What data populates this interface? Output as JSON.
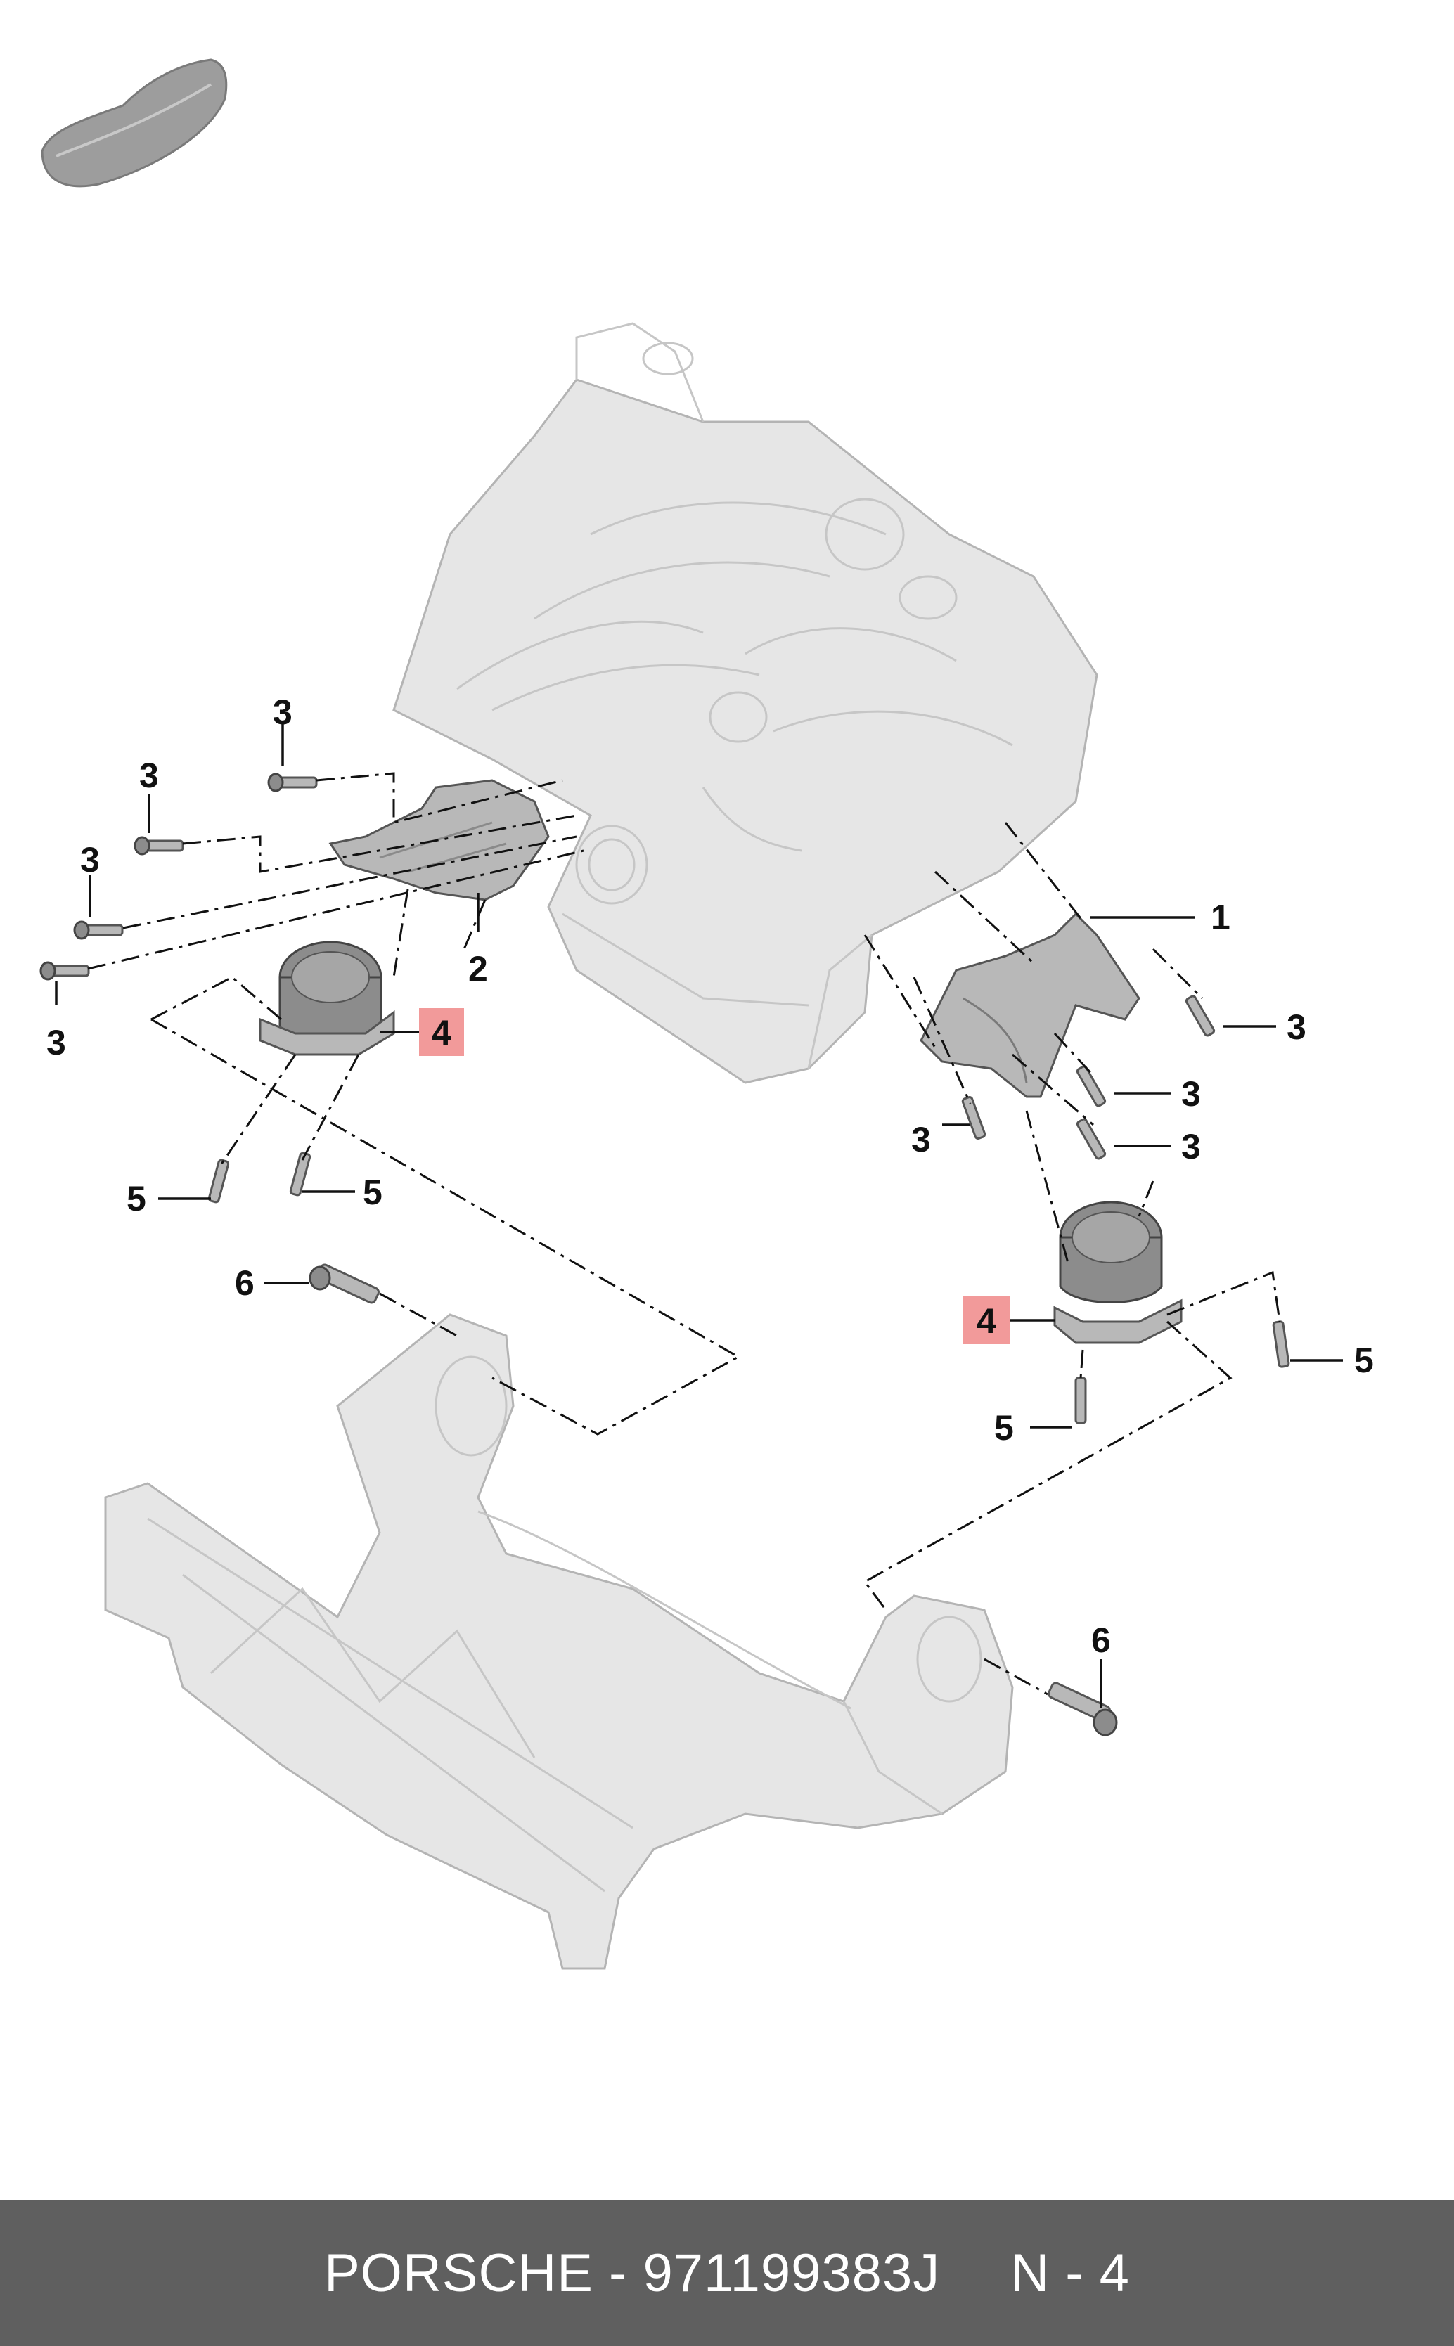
{
  "callouts": [
    {
      "id": "c1",
      "label": "1",
      "highlight": false
    },
    {
      "id": "c2",
      "label": "2",
      "highlight": false
    },
    {
      "id": "c3a",
      "label": "3",
      "highlight": false
    },
    {
      "id": "c3b",
      "label": "3",
      "highlight": false
    },
    {
      "id": "c3c",
      "label": "3",
      "highlight": false
    },
    {
      "id": "c3d",
      "label": "3",
      "highlight": false
    },
    {
      "id": "c3e",
      "label": "3",
      "highlight": false
    },
    {
      "id": "c3f",
      "label": "3",
      "highlight": false
    },
    {
      "id": "c3g",
      "label": "3",
      "highlight": false
    },
    {
      "id": "c3h",
      "label": "3",
      "highlight": false
    },
    {
      "id": "c4a",
      "label": "4",
      "highlight": true
    },
    {
      "id": "c4b",
      "label": "4",
      "highlight": true
    },
    {
      "id": "c5a",
      "label": "5",
      "highlight": false
    },
    {
      "id": "c5b",
      "label": "5",
      "highlight": false
    },
    {
      "id": "c5c",
      "label": "5",
      "highlight": false
    },
    {
      "id": "c5d",
      "label": "5",
      "highlight": false
    },
    {
      "id": "c6a",
      "label": "6",
      "highlight": false
    },
    {
      "id": "c6b",
      "label": "6",
      "highlight": false
    }
  ],
  "colors": {
    "highlight_fill": "#f29a9a",
    "footer_bg": "#5f5f5f",
    "footer_text": "#ffffff",
    "part_light": "#e6e6e6",
    "part_dark": "#8c8c8c"
  },
  "footer": {
    "left": "PORSCHE - 971199383J",
    "right": "N - 4"
  },
  "icons": {
    "vehicle_silhouette": "car-silhouette-icon"
  }
}
